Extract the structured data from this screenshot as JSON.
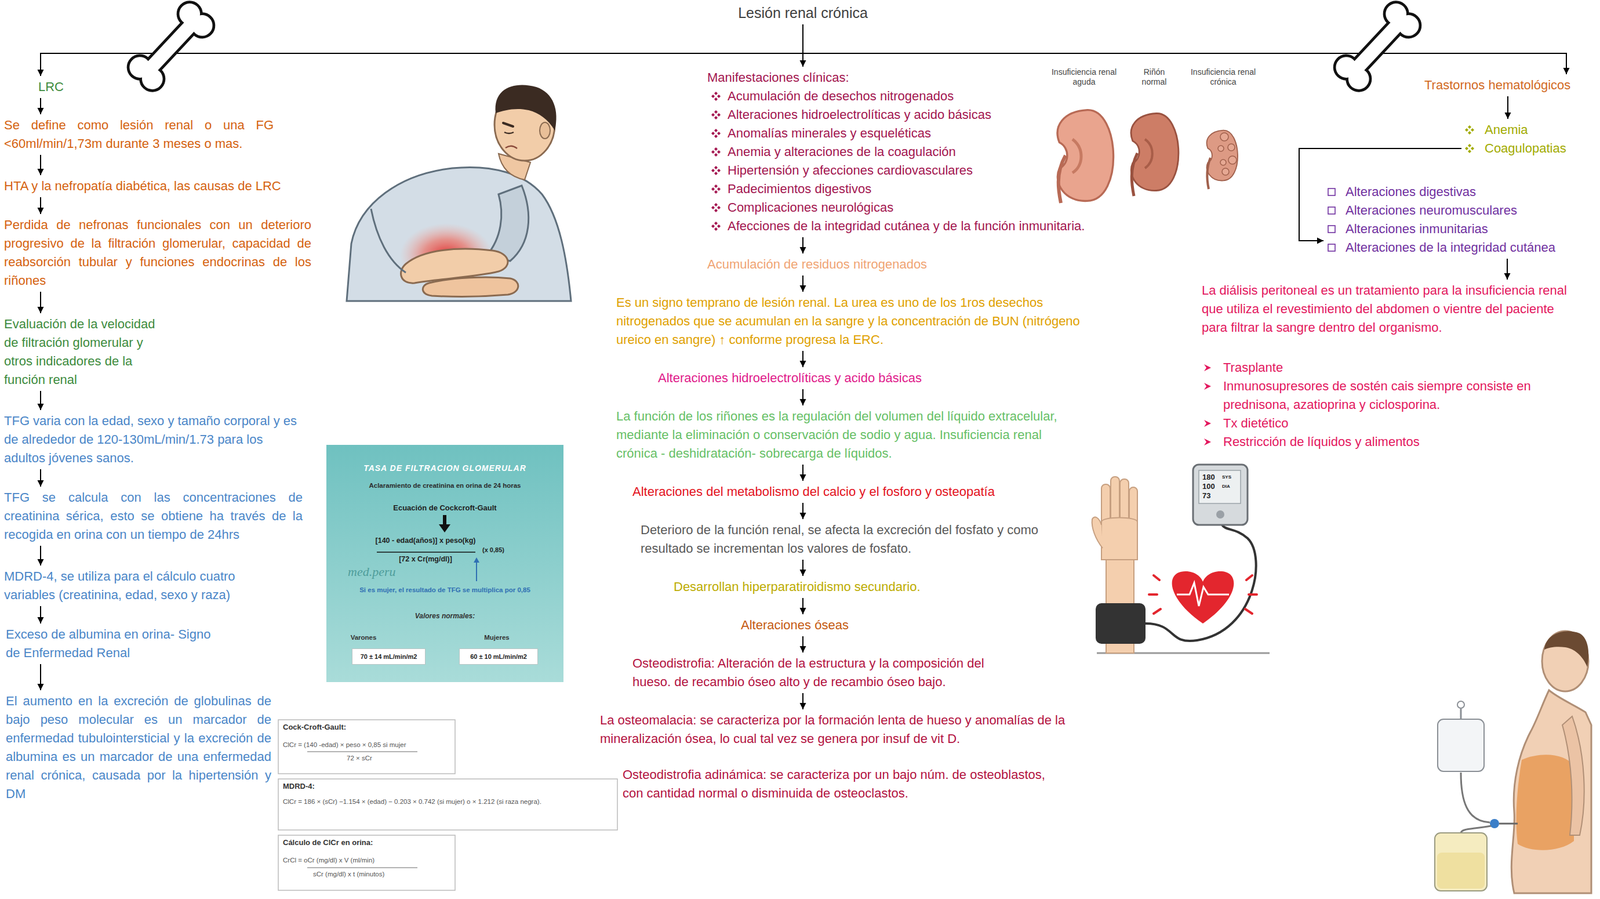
{
  "diagram": {
    "nodes": [
      {
        "text": [
          "Lesión renal crónica"
        ]
      },
      {
        "text": [
          "LRC"
        ]
      },
      {
        "text": [
          "Se define como lesión renal o una FG <60ml/min/1,73m durante 3 meses o mas."
        ]
      },
      {
        "text": [
          "HTA y la nefropatía diabética, las causas de LRC"
        ]
      },
      {
        "text": [
          "Perdida de nefronas funcionales con un deterioro progresivo de la filtración glomerular, capacidad de reabsorción tubular y funciones endocrinas de los riñones"
        ]
      },
      {
        "text": [
          "Evaluación de la velocidad de filtración glomerular y otros indicadores de la función renal"
        ]
      },
      {
        "text": [
          "TFG varia con la edad, sexo y tamaño corporal y es de alrededor de 120-130mL/min/1.73 para los adultos jóvenes sanos."
        ]
      },
      {
        "text": [
          "TFG se calcula con las concentraciones de creatinina sérica, esto se obtiene ha través de la recogida en orina con un tiempo de 24hrs"
        ]
      },
      {
        "text": [
          "MDRD-4, se utiliza para el cálculo cuatro variables (creatinina, edad, sexo y raza)"
        ]
      },
      {
        "text": [
          "Exceso de albumina en orina- Signo de Enfermedad Renal"
        ]
      },
      {
        "text": [
          "El aumento en la excreción de globulinas de bajo peso molecular es un marcador de enfermedad tubulointersticial y la excreción de albumina es un marcador de una enfermedad renal crónica, causada por la hipertensión y DM"
        ]
      },
      {
        "text": [
          "Manifestaciones clínicas:",
          "Acumulación de desechos nitrogenados",
          "Alteraciones hidroelectrolíticas y acido básicas",
          "Anomalías minerales y esqueléticas",
          "Anemia y alteraciones de la coagulación",
          "Hipertensión y afecciones cardiovasculares",
          "Padecimientos digestivos",
          "Complicaciones neurológicas",
          "Afecciones de la integridad cutánea y de la función inmunitaria."
        ]
      },
      {
        "text": [
          "Acumulación de residuos nitrogenados"
        ]
      },
      {
        "text": [
          "Es un signo temprano de lesión renal. La urea es uno de los 1ros desechos nitrogenados que se acumulan en la sangre y la concentración de BUN (nitrógeno ureico en sangre) ↑ conforme progresa la ERC."
        ]
      },
      {
        "text": [
          "Alteraciones hidroelectrolíticas y acido básicas"
        ]
      },
      {
        "text": [
          "La función de los riñones es la regulación del volumen del líquido extracelular, mediante la eliminación o conservación de sodio y agua. Insuficiencia renal crónica - deshidratación- sobrecarga de líquidos."
        ]
      },
      {
        "text": [
          "Alteraciones del metabolismo del calcio y el fosforo y osteopatía"
        ]
      },
      {
        "text": [
          "Deterioro de la función renal, se afecta la excreción del fosfato y como resultado se incrementan los valores de fosfato."
        ]
      },
      {
        "text": [
          "Desarrollan hiperparatiroidismo secundario."
        ]
      },
      {
        "text": [
          "Alteraciones óseas"
        ]
      },
      {
        "text": [
          "Osteodistrofia: Alteración de la estructura y la composición del hueso. de recambio óseo alto y de recambio óseo bajo."
        ]
      },
      {
        "text": [
          "La osteomalacia: se caracteriza por la formación lenta de hueso y anomalías de la mineralización ósea, lo cual tal vez se genera por insuf de vit D."
        ]
      },
      {
        "text": [
          "Osteodistrofia adinámica: se caracteriza por un bajo núm. de osteoblastos, con cantidad normal o disminuida de osteoclastos."
        ]
      },
      {
        "text": [
          "Trastornos hematológicos"
        ]
      },
      {
        "text": [
          "Anemia",
          "Coagulopatias"
        ]
      },
      {
        "text": [
          "Alteraciones digestivas",
          "Alteraciones neuromusculares",
          "Alteraciones inmunitarias",
          "Alteraciones de la integridad cutánea"
        ]
      },
      {
        "text": [
          "La diálisis peritoneal es un tratamiento para la insuficiencia renal que utiliza el revestimiento del abdomen o vientre del paciente para filtrar la sangre dentro del organismo."
        ]
      },
      {
        "text": [
          "Trasplante",
          "Inmunosupresores de sostén cais siempre consiste en prednisona, azatioprina y ciclosporina.",
          "Tx dietético",
          "Restricción de líquidos y alimentos"
        ]
      }
    ],
    "edges": [
      {
        "from": 0,
        "to": 1,
        "arrow": "to"
      },
      {
        "from": 0,
        "to": 11,
        "arrow": "to"
      },
      {
        "from": 0,
        "to": 23,
        "arrow": "to"
      },
      {
        "from": 1,
        "to": 2,
        "arrow": "to"
      },
      {
        "from": 2,
        "to": 3,
        "arrow": "to"
      },
      {
        "from": 3,
        "to": 4,
        "arrow": "to"
      },
      {
        "from": 4,
        "to": 5,
        "arrow": "to"
      },
      {
        "from": 5,
        "to": 6,
        "arrow": "to"
      },
      {
        "from": 6,
        "to": 7,
        "arrow": "to"
      },
      {
        "from": 7,
        "to": 8,
        "arrow": "to"
      },
      {
        "from": 8,
        "to": 9,
        "arrow": "to"
      },
      {
        "from": 9,
        "to": 10,
        "arrow": "to"
      },
      {
        "from": 11,
        "to": 12,
        "arrow": "to"
      },
      {
        "from": 12,
        "to": 13,
        "arrow": "to"
      },
      {
        "from": 13,
        "to": 14,
        "arrow": "to"
      },
      {
        "from": 14,
        "to": 15,
        "arrow": "to"
      },
      {
        "from": 15,
        "to": 16,
        "arrow": "to"
      },
      {
        "from": 16,
        "to": 17,
        "arrow": "to"
      },
      {
        "from": 17,
        "to": 18,
        "arrow": "to"
      },
      {
        "from": 18,
        "to": 19,
        "arrow": "to"
      },
      {
        "from": 19,
        "to": 20,
        "arrow": "to"
      },
      {
        "from": 20,
        "to": 21,
        "arrow": "to"
      },
      {
        "from": 23,
        "to": 24,
        "arrow": "to"
      },
      {
        "from": 24,
        "to": 25,
        "arrow": "to"
      },
      {
        "from": 25,
        "to": 26,
        "arrow": "to"
      }
    ],
    "labels": [
      "Insuficiencia renal aguda",
      "Riñón normal",
      "Insuficiencia renal crónica",
      "TASA DE FILTRACION GLOMERULAR",
      "Aclaramiento de creatinina en orina de 24 horas",
      "Ecuación de Cockcroft-Gault",
      "[140 - edad(años)] x peso(kg)",
      "[72 x Cr(mg/dl)]",
      "(x 0,85)",
      "med.peru",
      "Si es mujer, el resultado de TFG se multiplica por 0,85",
      "Valores normales:",
      "Varones",
      "Mujeres",
      "70 ± 14 mL/min/m2",
      "60 ± 10 mL/min/m2",
      "Cock-Croft-Gault:",
      "ClCr = (140 -edad) × peso × 0,85 si mujer",
      "72 × sCr",
      "MDRD-4:",
      "ClCr = 186 × (sCr) −1.154 × (edad) − 0.203 × 0.742 (si mujer) o × 1.212 (si raza negra).",
      "Cálculo de ClCr en orina:",
      "CrCl = oCr (mg/dl) x V (ml/min)",
      "sCr (mg/dl) x t (minutos)",
      "180",
      "SYS",
      "100",
      "DIA",
      "73"
    ]
  }
}
